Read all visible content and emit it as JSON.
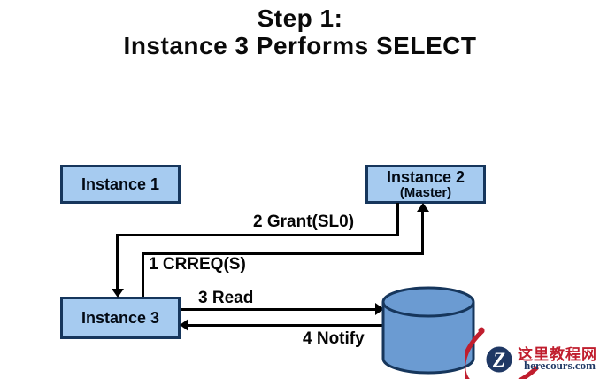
{
  "title": {
    "line1": "Step 1:",
    "line2": "Instance 3 Performs SELECT"
  },
  "nodes": {
    "instance1": {
      "label": "Instance 1"
    },
    "instance2": {
      "label": "Instance 2",
      "sublabel": "(Master)"
    },
    "instance3": {
      "label": "Instance 3"
    },
    "database": {
      "shape": "database-cylinder"
    }
  },
  "edges": {
    "crreq": {
      "label": "1 CRREQ(S)",
      "from": "Instance 3",
      "to": "Instance 2"
    },
    "grant": {
      "label": "2 Grant(SL0)",
      "from": "Instance 2",
      "to": "Instance 3"
    },
    "read": {
      "label": "3 Read",
      "from": "Instance 3",
      "to": "database"
    },
    "notify": {
      "label": "4 Notify",
      "from": "database",
      "to": "Instance 3"
    }
  },
  "watermark": {
    "logo_letter": "Z",
    "site_name": "这里教程网",
    "site_url": "herecours.com"
  },
  "colors": {
    "node_fill": "#a6cbf0",
    "node_border": "#16365c",
    "cylinder_fill": "#6b9bd2",
    "connector": "#000000",
    "title_text": "#0a0a0a",
    "watermark_red": "#c01e2e",
    "watermark_navy": "#1f3864"
  }
}
